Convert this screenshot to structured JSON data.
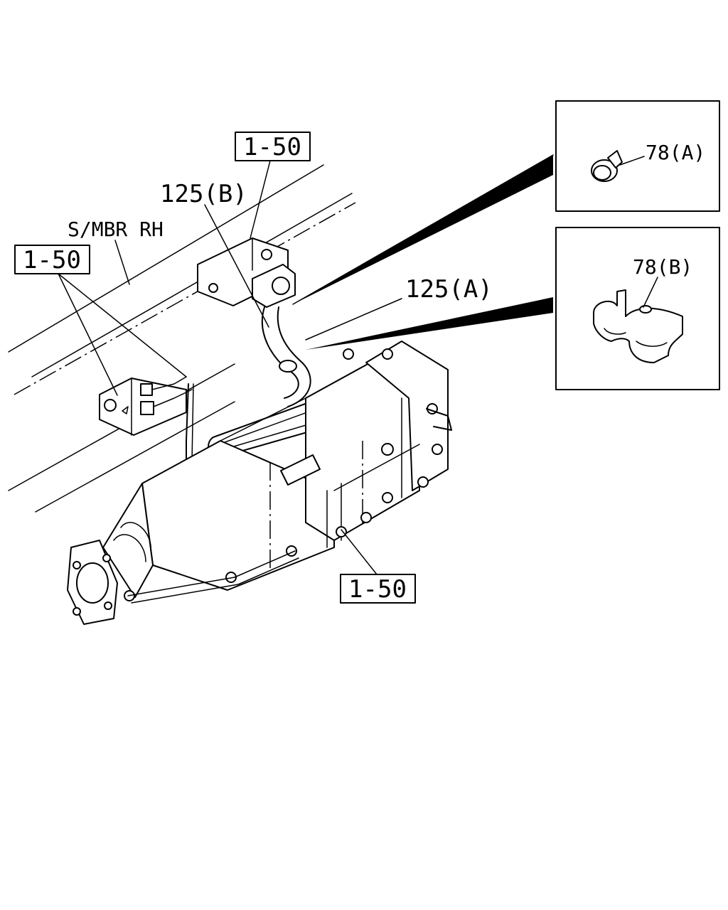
{
  "labels": {
    "ref_top": "1-50",
    "ref_left": "1-50",
    "ref_bottom": "1-50",
    "hose_b": "125(B)",
    "hose_a": "125(A)",
    "frame": "S/MBR RH",
    "clamp_a": "78(A)",
    "clamp_b": "78(B)"
  }
}
